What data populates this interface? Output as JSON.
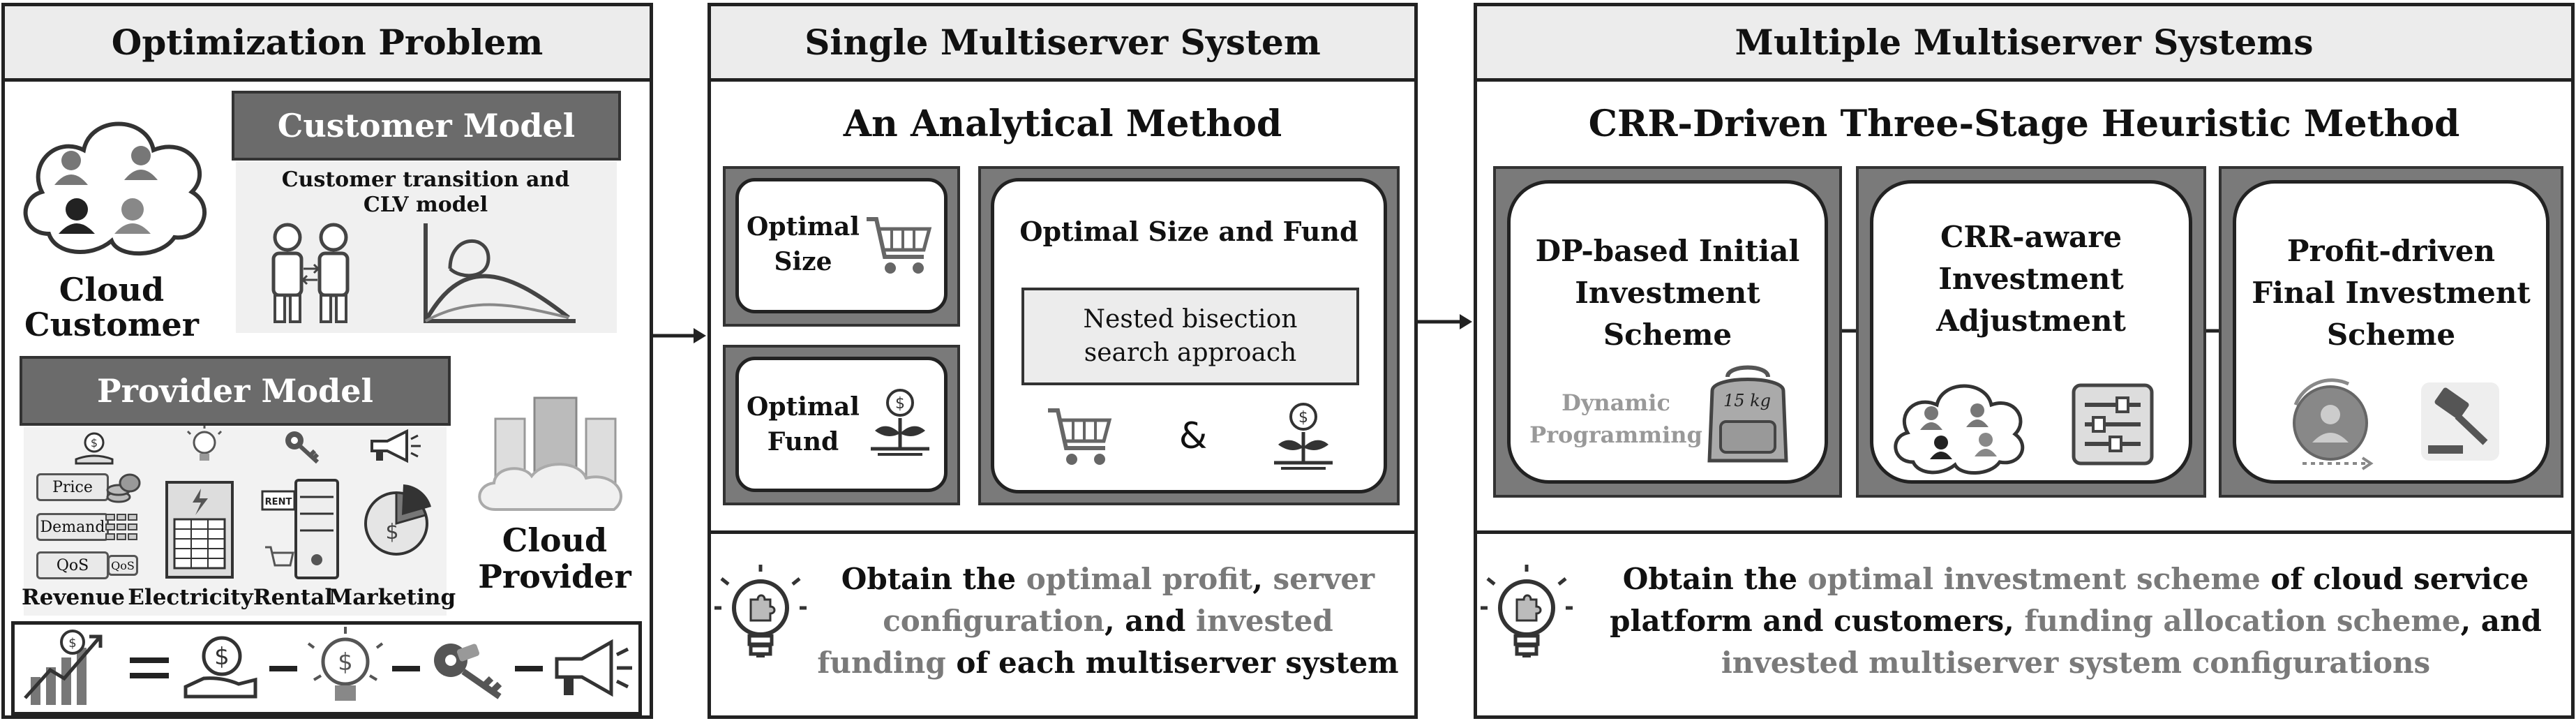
{
  "panels": {
    "optimization": {
      "title": "Optimization Problem",
      "cloud_customer": "Cloud Customer",
      "customer_model": "Customer Model",
      "customer_desc": "Customer transition and CLV model",
      "provider_model": "Provider Model",
      "cloud_provider": "Cloud Provider",
      "revenue_boxes": [
        "Price",
        "Demand",
        "QoS",
        "QoS"
      ],
      "categories": [
        "Revenue",
        "Electricity",
        "Rental",
        "Marketing"
      ],
      "rent_sign": "RENT",
      "formula_dollar": "$"
    },
    "single": {
      "title": "Single Multiserver System",
      "subtitle": "An Analytical Method",
      "optimal_size": "Optimal Size",
      "optimal_fund": "Optimal Fund",
      "size_fund_title": "Optimal Size and Fund",
      "nested": "Nested bisection search approach",
      "amp": "&",
      "result": {
        "p1": "Obtain the ",
        "h1": "optimal profit",
        "p2": ", ",
        "h2": "server configuration",
        "p3": ", and ",
        "h3": "invested funding",
        "p4": " of each multiserver system"
      }
    },
    "multiple": {
      "title": "Multiple Multiserver Systems",
      "subtitle": "CRR-Driven Three-Stage Heuristic Method",
      "stage1": "DP-based Initial Investment Scheme",
      "dp_label": "Dynamic Programming",
      "bag_label": "15 kg",
      "stage2": "CRR-aware Investment Adjustment",
      "stage3": "Profit-driven Final Investment Scheme",
      "result": {
        "p1": "Obtain the ",
        "h1": "optimal investment scheme",
        "p2": " of cloud service platform and customers, ",
        "h2": "funding allocation scheme",
        "p3": ", and ",
        "h3": "invested multiserver system configurations"
      }
    }
  },
  "icons": [
    "cloud-customer-icon",
    "people-exchange-icon",
    "clv-curve-icon",
    "money-hand-icon",
    "lightbulb-icon",
    "keys-icon",
    "megaphone-icon",
    "coins-stack-icon",
    "electricity-bill-icon",
    "rent-server-icon",
    "pie-chart-icon",
    "server-cloud-icon",
    "cart-icon",
    "plant-coin-icon",
    "puzzle-lightbulb-icon",
    "backpack-icon",
    "sliders-icon",
    "cycle-person-icon",
    "gavel-icon",
    "growth-chart-icon",
    "arrow-right-icon"
  ],
  "colors": {
    "highlight": "#7a7a7a",
    "dark_bar": "#6b6b6b",
    "header_bg": "#ececec"
  }
}
